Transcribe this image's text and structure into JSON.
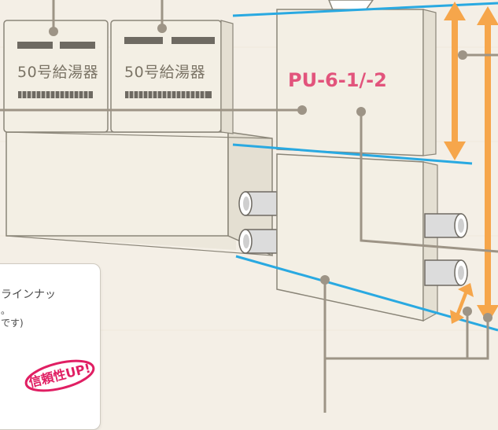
{
  "units": {
    "heater_1_label": "50号給湯器",
    "heater_2_label": "50号給湯器",
    "model_label": "PU-6-1/-2"
  },
  "note": {
    "line_1": "ラインナッ",
    "line_2": "。",
    "line_3": "です)"
  },
  "stamp": {
    "text": "信頼性UP!"
  },
  "colors": {
    "background": "#f4efe6",
    "unit_body": "#f3efe4",
    "unit_outline": "#8a8578",
    "leader_line": "#9d9486",
    "guide_line": "#29a9e1",
    "dimension_arrow": "#f6a64b",
    "model_text": "#e2547c",
    "stamp": "#e01f63"
  }
}
